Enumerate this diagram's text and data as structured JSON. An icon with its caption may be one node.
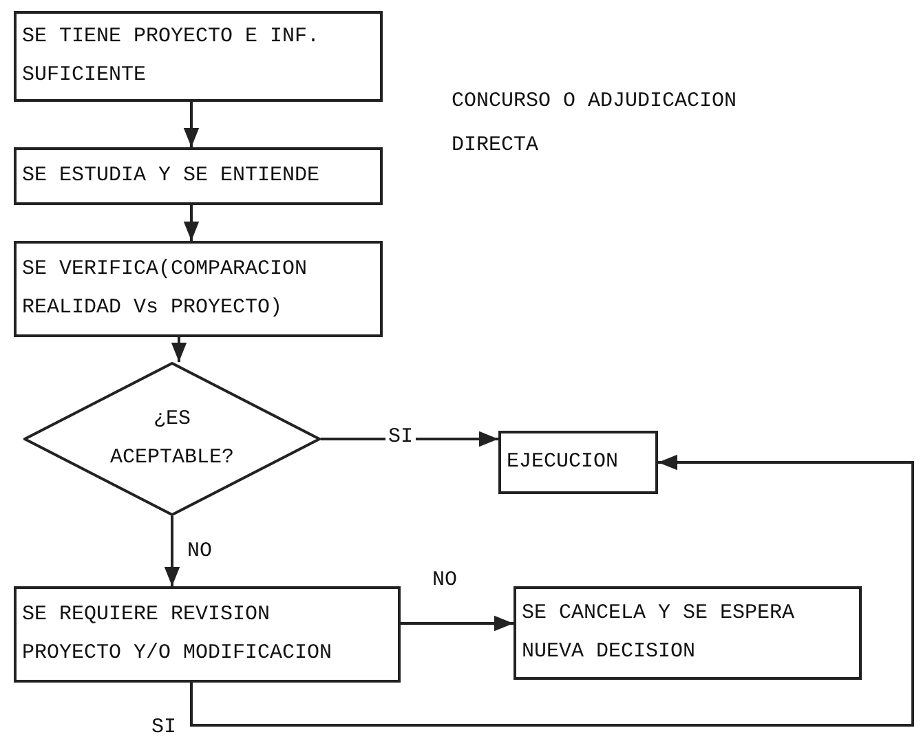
{
  "diagram": {
    "nodes": [
      {
        "text": [
          "SE TIENE PROYECTO E INF. SUFICIENTE"
        ]
      },
      {
        "text": [
          "SE ESTUDIA Y SE ENTIENDE"
        ]
      },
      {
        "text": [
          "SE VERIFICA(COMPARACION REALIDAD Vs PROYECTO)"
        ]
      },
      {
        "text": [
          "¿ES ACEPTABLE?"
        ]
      },
      {
        "text": [
          "EJECUCION"
        ]
      },
      {
        "text": [
          "SE REQUIERE REVISION PROYECTO Y/O MODIFICACION"
        ]
      },
      {
        "text": [
          "SE CANCELA Y SE ESPERA NUEVA DECISION"
        ]
      }
    ],
    "edges": [
      {
        "from": 0,
        "to": 1,
        "arrow": "to"
      },
      {
        "from": 1,
        "to": 2,
        "arrow": "to"
      },
      {
        "from": 2,
        "to": 3,
        "arrow": "to"
      },
      {
        "from": 3,
        "to": 4,
        "arrow": "to",
        "label": "SI"
      },
      {
        "from": 3,
        "to": 5,
        "arrow": "to",
        "label": "NO"
      },
      {
        "from": 5,
        "to": 6,
        "arrow": "to",
        "label": "NO"
      },
      {
        "from": 5,
        "to": 4,
        "arrow": "to",
        "label": "SI"
      }
    ],
    "labels": [
      "CONCURSO O ADJUDICACION DIRECTA"
    ]
  }
}
